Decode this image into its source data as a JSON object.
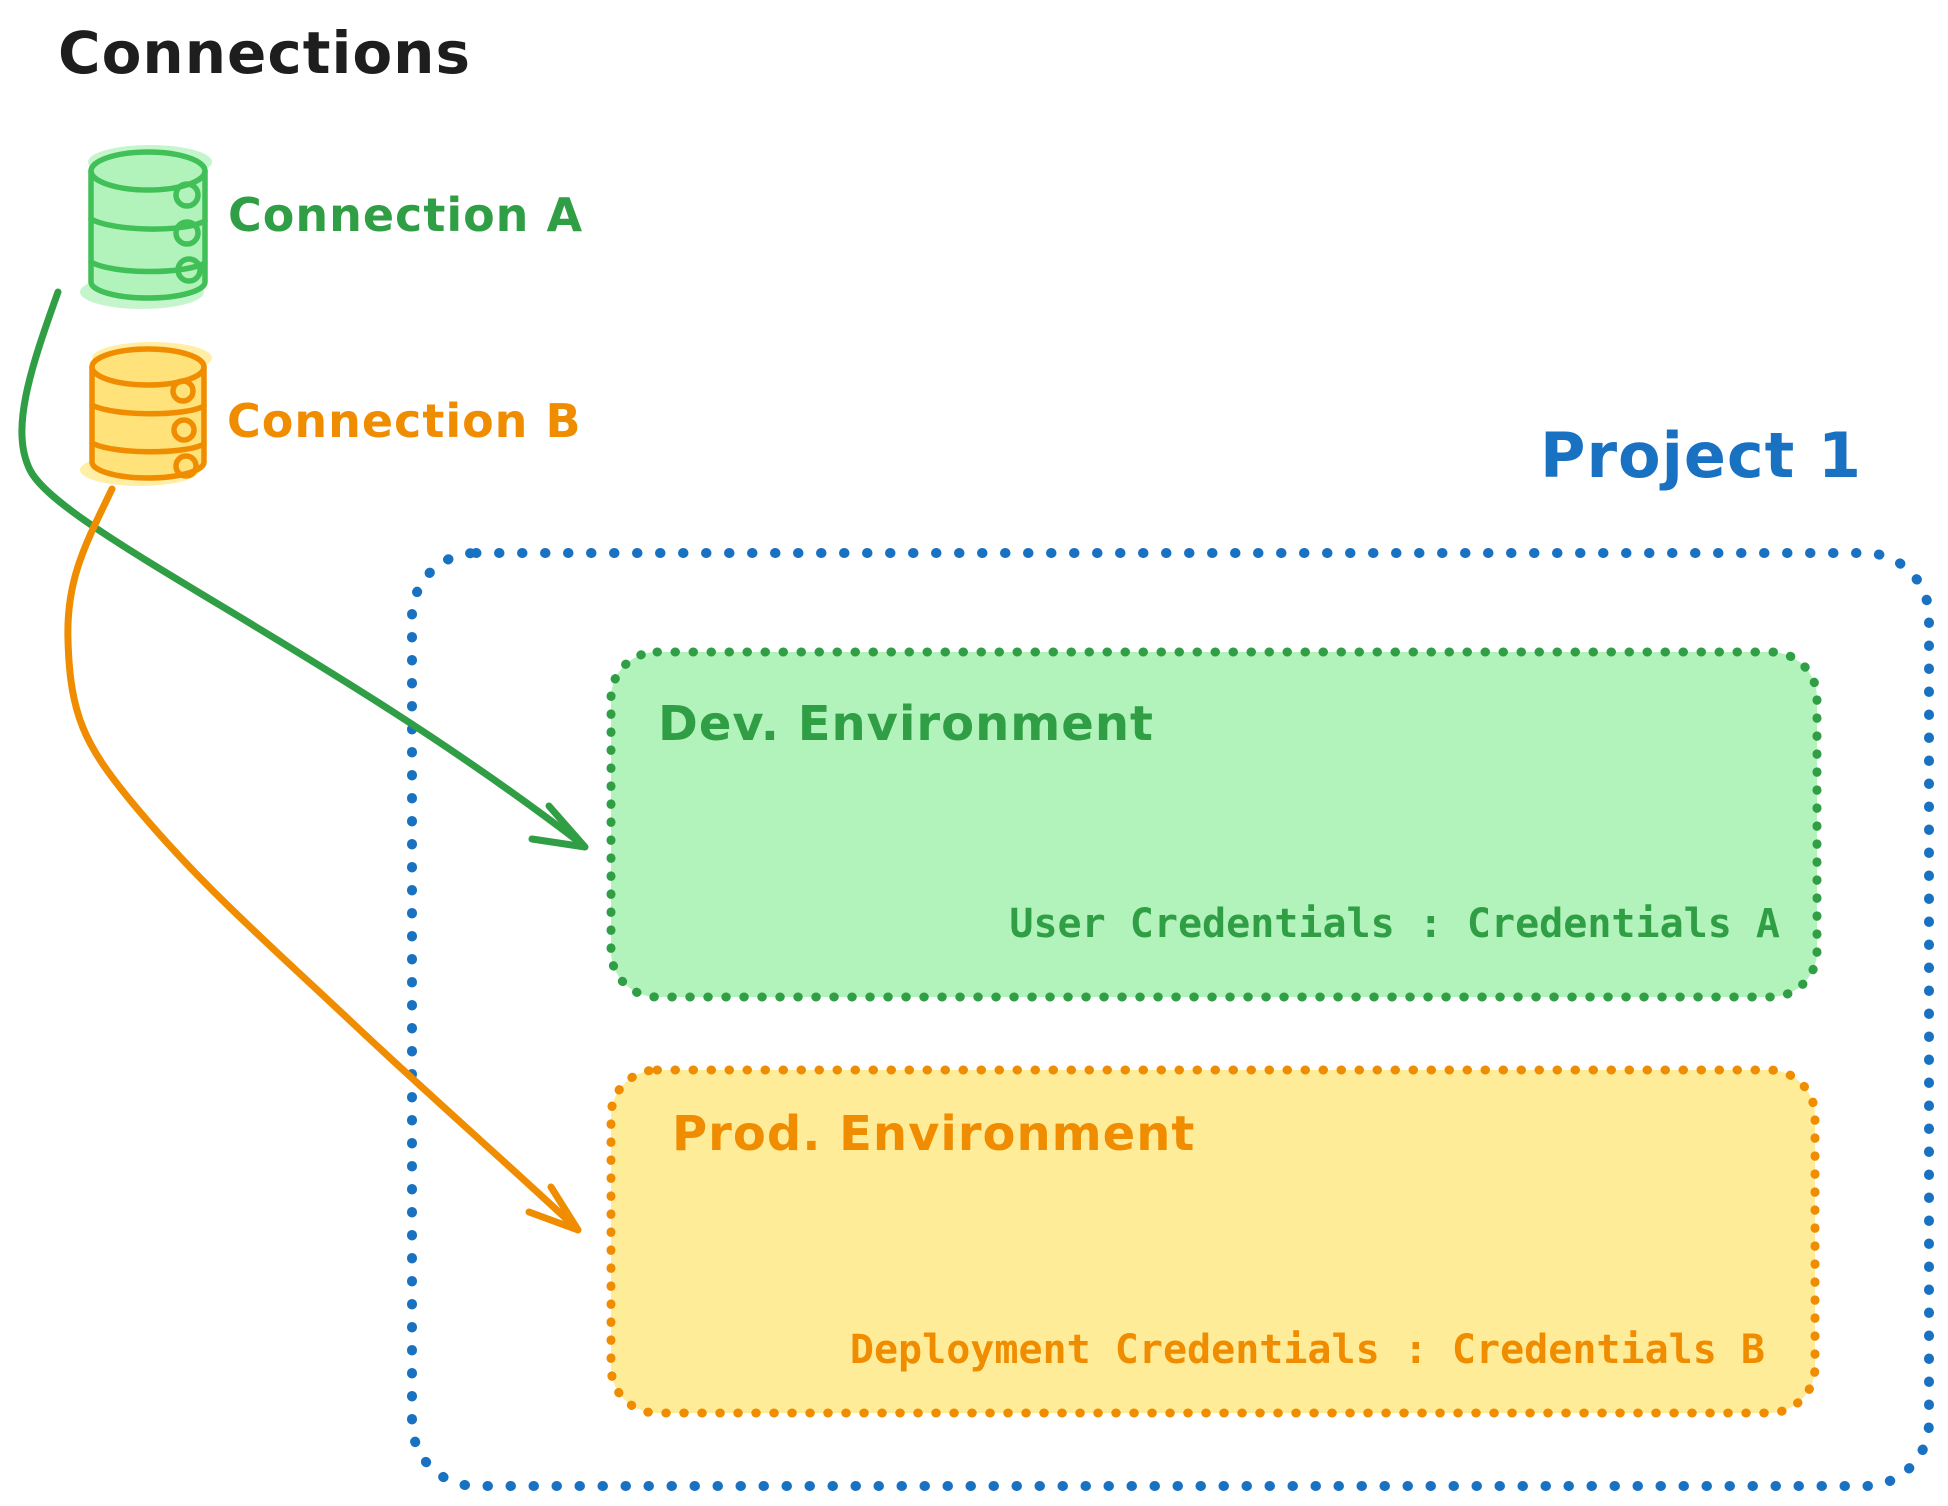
{
  "title": "Connections",
  "connections": [
    {
      "id": "connection-a",
      "label": "Connection A",
      "icon": "database-icon",
      "color": "#2f9e44"
    },
    {
      "id": "connection-b",
      "label": "Connection B",
      "icon": "database-icon",
      "color": "#f08c00"
    }
  ],
  "project": {
    "label": "Project 1",
    "border_color": "#1971c2",
    "environments": [
      {
        "id": "dev",
        "title": "Dev. Environment",
        "credentials": "User Credentials : Credentials A",
        "stroke": "#2f9e44",
        "fill": "#b2f2bb",
        "linked_connection": "Connection A"
      },
      {
        "id": "prod",
        "title": "Prod. Environment",
        "credentials": "Deployment Credentials : Credentials B",
        "stroke": "#f08c00",
        "fill": "#ffec99",
        "linked_connection": "Connection B"
      }
    ]
  },
  "colors": {
    "ink": "#1e1e1e",
    "green": "#2f9e44",
    "green-icon": "#40c057",
    "green-light": "#b2f2bb",
    "orange": "#f08c00",
    "orange-light": "#ffec99",
    "orange-icon-fill": "#ffe27a",
    "blue": "#1971c2",
    "background": "#ffffff"
  }
}
